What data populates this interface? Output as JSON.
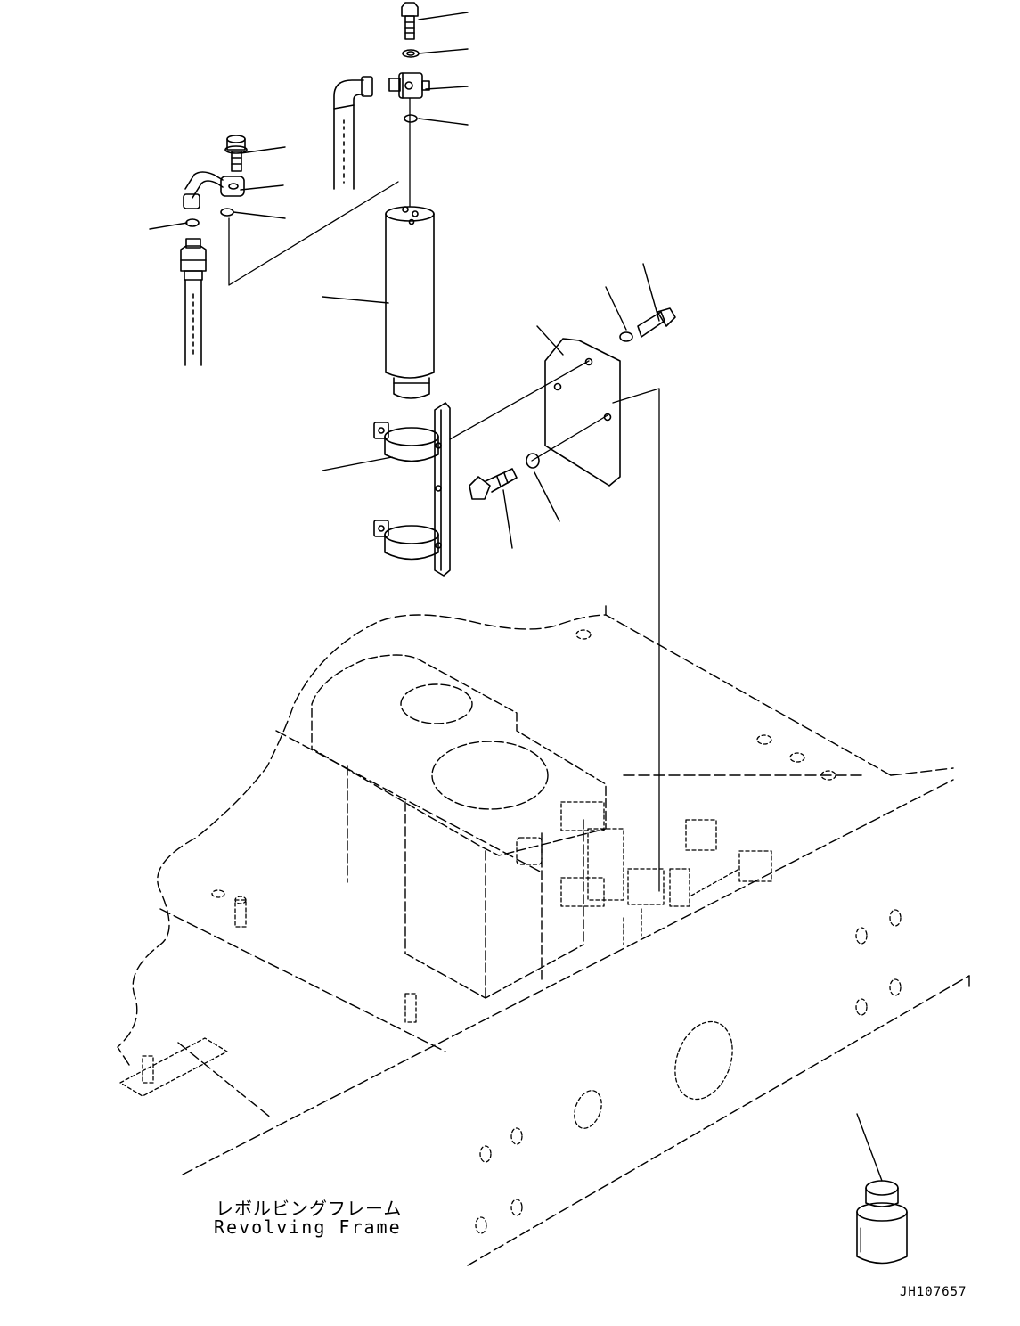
{
  "labels": {
    "frame_jp": "レボルビングフレーム",
    "frame_en": "Revolving Frame",
    "drawing_id": "JH107657"
  },
  "colors": {
    "ink": "#000000",
    "paper": "#ffffff"
  },
  "parts": [
    "bolt-icon",
    "washer-icon",
    "elbow-fitting-icon",
    "o-ring-icon",
    "hose-icon",
    "filter-canister-icon",
    "bracket-icon",
    "plate-icon",
    "container-icon",
    "revolving-frame"
  ]
}
